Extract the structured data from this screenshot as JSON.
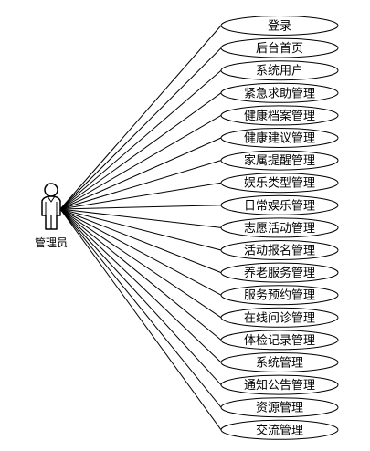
{
  "actor": {
    "label": "管理员",
    "icon": "person-icon"
  },
  "use_cases": [
    "登录",
    "后台首页",
    "系统用户",
    "紧急求助管理",
    "健康档案管理",
    "健康建议管理",
    "家属提醒管理",
    "娱乐类型管理",
    "日常娱乐管理",
    "志愿活动管理",
    "活动报名管理",
    "养老服务管理",
    "服务预约管理",
    "在线问诊管理",
    "体检记录管理",
    "系统管理",
    "通知公告管理",
    "资源管理",
    "交流管理"
  ],
  "colors": {
    "stroke": "#000000",
    "background": "#ffffff",
    "actor_fill": "#ffffff"
  }
}
